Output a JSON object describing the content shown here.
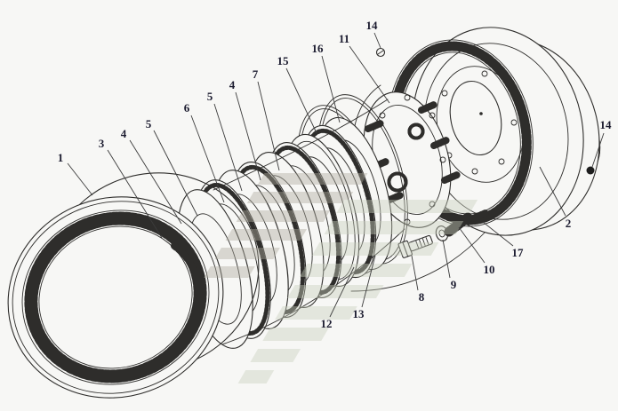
{
  "figure": {
    "kind": "exploded-view parts diagram of a planetary gear / clutch pack assembly",
    "background_color": "#f7f7f5",
    "line_color": "#2e2d2b",
    "label_color": "#1b1b2f",
    "leader_color": "#3c3c3c",
    "ball_color": "#1e1e1e",
    "watermark": {
      "type": "manufacturer-logo-stripes",
      "gray": "#aeab9f",
      "green": "#c9cfbd"
    }
  },
  "callouts": [
    {
      "text": "1"
    },
    {
      "text": "3"
    },
    {
      "text": "4"
    },
    {
      "text": "5"
    },
    {
      "text": "6"
    },
    {
      "text": "5"
    },
    {
      "text": "4"
    },
    {
      "text": "7"
    },
    {
      "text": "15"
    },
    {
      "text": "16"
    },
    {
      "text": "11"
    },
    {
      "text": "14"
    },
    {
      "text": "14"
    },
    {
      "text": "2"
    },
    {
      "text": "17"
    },
    {
      "text": "10"
    },
    {
      "text": "9"
    },
    {
      "text": "8"
    },
    {
      "text": "13"
    },
    {
      "text": "12"
    }
  ]
}
